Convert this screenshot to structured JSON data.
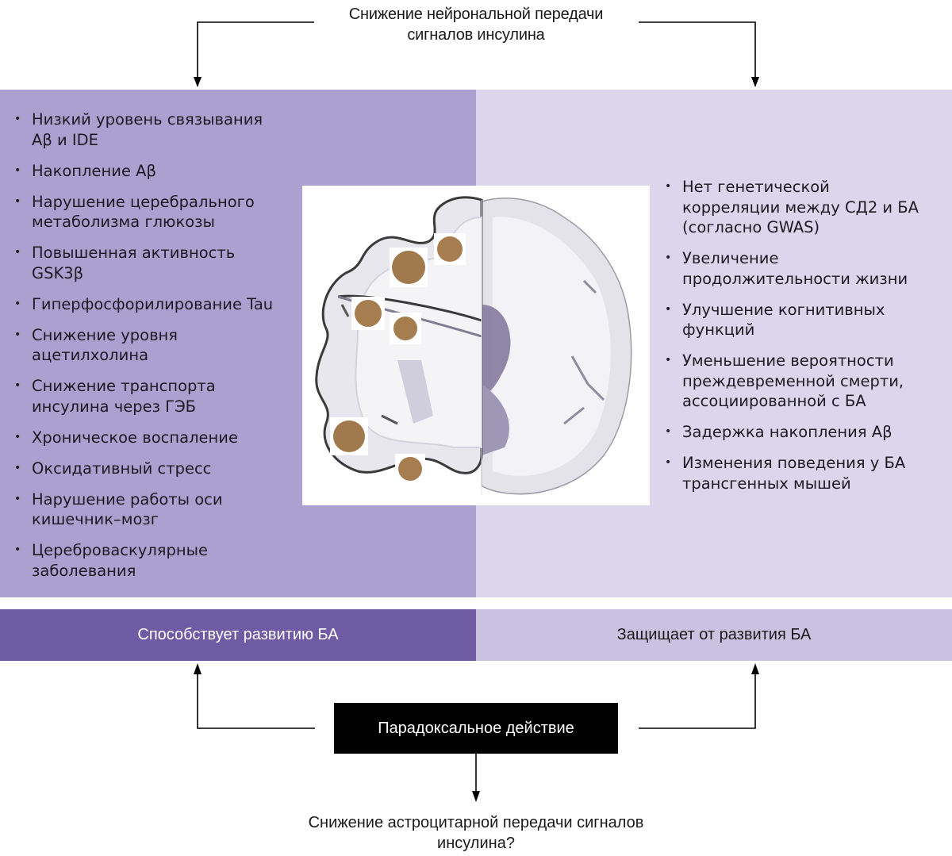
{
  "top_label": {
    "line1": "Снижение нейрональной передачи",
    "line2": "сигналов инсулина"
  },
  "left_panel": {
    "items": [
      {
        "line1": "Низкий уровень связывания",
        "line2": "Aβ и IDE"
      },
      {
        "line1": "Накопление Aβ",
        "line2": ""
      },
      {
        "line1": "Нарушение церебрального",
        "line2": "метаболизма глюкозы"
      },
      {
        "line1": "Повышенная активность",
        "line2": "GSK3β"
      },
      {
        "line1": "Гиперфосфорилирование Tau",
        "line2": ""
      },
      {
        "line1": "Снижение уровня",
        "line2": "ацетилхолина"
      },
      {
        "line1": "Снижение транспорта",
        "line2": "инсулина через ГЭБ"
      },
      {
        "line1": "Хроническое воспаление",
        "line2": ""
      },
      {
        "line1": "Оксидативный стресс",
        "line2": ""
      },
      {
        "line1": "Нарушение работы оси",
        "line2": "кишечник–мозг"
      },
      {
        "line1": "Цереброваскулярные",
        "line2": "заболевания"
      }
    ]
  },
  "right_panel": {
    "items": [
      {
        "lines": [
          "Нет генетической",
          "корреляции между СД2 и БА",
          "(согласно GWAS)"
        ]
      },
      {
        "lines": [
          "Увеличение",
          "продолжительности жизни"
        ]
      },
      {
        "lines": [
          "Улучшение когнитивных",
          "функций"
        ]
      },
      {
        "lines": [
          "Уменьшение вероятности",
          "преждевременной смерти,",
          "ассоциированной с БА"
        ]
      },
      {
        "lines": [
          "Задержка накопления Aβ"
        ]
      },
      {
        "lines": [
          "Изменения поведения у БА",
          "трансгенных мышей"
        ]
      }
    ]
  },
  "bullet_char": "•",
  "bands": {
    "left": "Способствует развитию БА",
    "right": "Защищает от развития БА"
  },
  "paradox_box": "Парадоксальное действие",
  "bottom_label": {
    "line1": "Снижение астроцитарной передачи сигналов",
    "line2": "инсулина?"
  },
  "colors": {
    "panel_left": "#aba0cf",
    "panel_right": "#dbd6ec",
    "band_left": "#6e5ba3",
    "band_right": "#c9c2e0",
    "paradox_box": "#000000",
    "plaque": "#a57d4f"
  },
  "brain_illustration": {
    "description": "coronal-brain-section",
    "plaque_count": 6
  }
}
